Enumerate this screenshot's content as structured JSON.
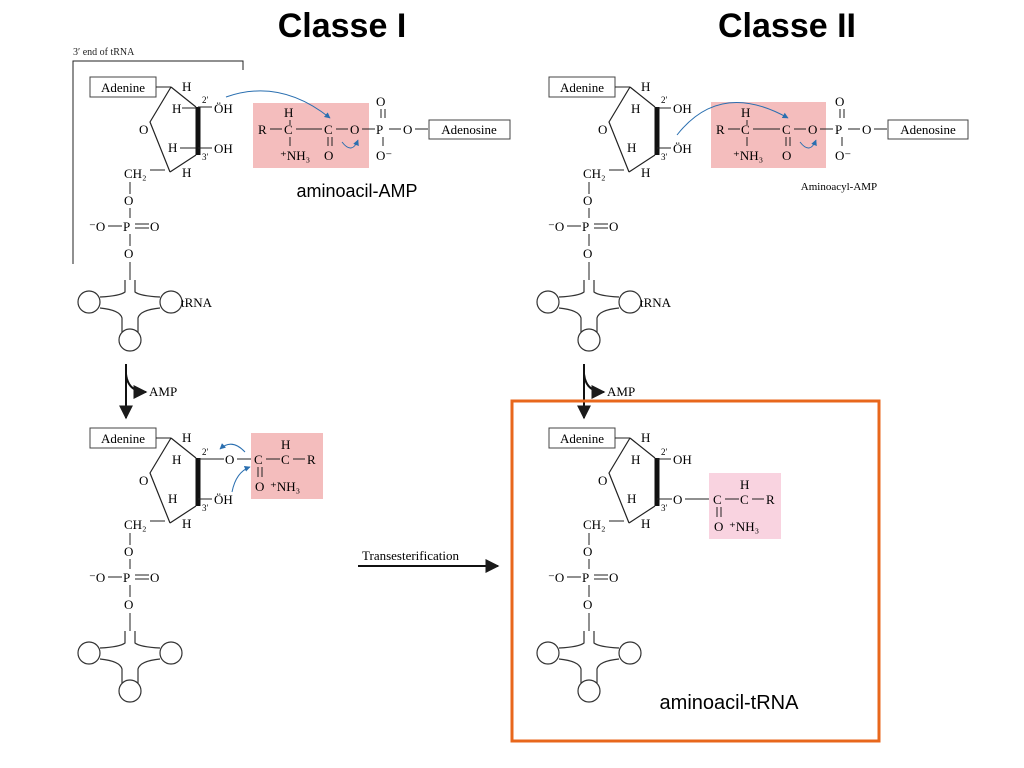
{
  "headings": {
    "class_one": "Classe I",
    "class_two": "Classe II"
  },
  "labels": {
    "tRNA_3end": "3′ end of tRNA",
    "adenine": "Adenine",
    "adenosine": "Adenosine",
    "trna": "tRNA",
    "amp": "AMP",
    "aminoacyl_amp_pt": "aminoacil-AMP",
    "aminoacyl_amp_en": "Aminoacyl-AMP",
    "aminoacyl_trna_pt": "aminoacil-tRNA",
    "transesterification": "Transesterification"
  },
  "atoms": {
    "H": "H",
    "O": "O",
    "OH": "OH",
    "OH_lonepair": "ÖH",
    "C": "C",
    "P": "P",
    "R": "R",
    "CH2": "CH₂",
    "NH3": "⁺NH₃",
    "O_minus": "O⁻",
    "minus_O": "⁻O",
    "prime2": "2′",
    "prime3": "3′",
    "dash": "–",
    "double": "═",
    "lone_pair": "··"
  },
  "colors": {
    "highlight_red": "#f4bdbd",
    "highlight_pink": "#f9d3e0",
    "frame_orange": "#e8671c",
    "arrow_blue": "#2a6fb0",
    "ink": "#1a1a1a"
  }
}
